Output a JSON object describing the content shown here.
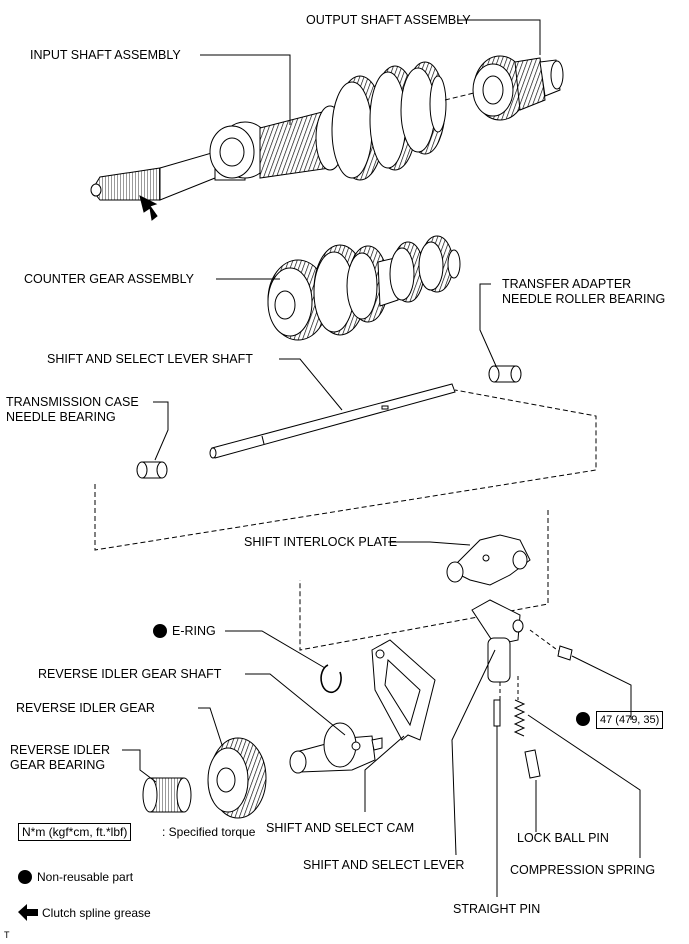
{
  "labels": {
    "output_shaft": "OUTPUT SHAFT ASSEMBLY",
    "input_shaft": "INPUT SHAFT ASSEMBLY",
    "counter_gear": "COUNTER GEAR ASSEMBLY",
    "transfer_adapter_1": "TRANSFER ADAPTER",
    "transfer_adapter_2": "NEEDLE ROLLER BEARING",
    "shift_lever_shaft": "SHIFT AND SELECT LEVER SHAFT",
    "trans_case_1": "TRANSMISSION CASE",
    "trans_case_2": "NEEDLE BEARING",
    "interlock_plate": "SHIFT INTERLOCK PLATE",
    "e_ring": "E-RING",
    "rev_idler_shaft": "REVERSE IDLER GEAR SHAFT",
    "rev_idler_gear": "REVERSE IDLER GEAR",
    "rev_idler_bearing_1": "REVERSE IDLER",
    "rev_idler_bearing_2": "GEAR BEARING",
    "shift_cam": "SHIFT AND SELECT CAM",
    "lock_ball_pin": "LOCK BALL PIN",
    "shift_lever": "SHIFT AND SELECT LEVER",
    "compression_spring": "COMPRESSION SPRING",
    "straight_pin": "STRAIGHT PIN"
  },
  "torque": {
    "value": "47 (479, 35)"
  },
  "legend": {
    "torque_box": "N*m (kgf*cm, ft.*lbf)",
    "torque_text": ": Specified torque",
    "non_reusable": "Non-reusable part",
    "grease": "Clutch spline grease"
  },
  "footer": {
    "mark": "T"
  }
}
